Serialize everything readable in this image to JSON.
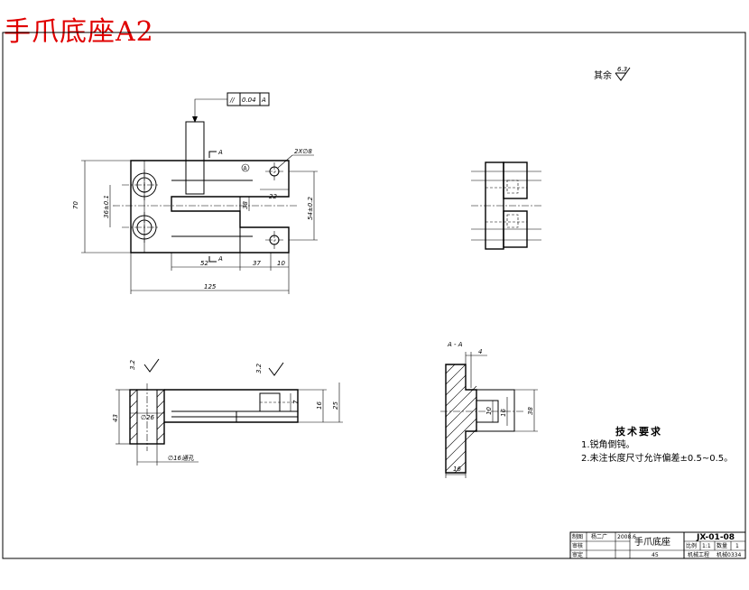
{
  "title": "手爪底座A2",
  "roughness": {
    "label": "其余",
    "value": "6.3"
  },
  "tolerance_frame": {
    "symbol": "//",
    "value": "0.04",
    "datum": "A"
  },
  "hole_callout": "2X∅8",
  "section_marks": {
    "mark": "A",
    "section_title": "A - A"
  },
  "dimensions": {
    "front": {
      "overall_height": "70",
      "hole_spacing": "36±0.1",
      "slot_width": "38",
      "right_spacing": "54±0.2",
      "right_depth": "22",
      "slot_len": "52",
      "mid_len": "37",
      "end_len": "10",
      "overall_len": "125"
    },
    "bottom": {
      "height": "43",
      "bore": "∅26",
      "counterbore": "∅16通孔",
      "thick": "16",
      "total": "25",
      "step": "7",
      "roughness_left": "3.2",
      "roughness_right": "3.2"
    },
    "section": {
      "step_top": "4",
      "inner": "10",
      "mid": "16",
      "outer": "38",
      "base_width": "16"
    }
  },
  "tech_requirements": {
    "heading": "技术要求",
    "items": [
      "1.锐角倒钝。",
      "2.未注长度尺寸允许偏差±0.5~0.5。"
    ]
  },
  "title_block": {
    "drawing_no": "JX-01-08",
    "part_name": "手爪底座",
    "scale_label": "比例",
    "scale": "1:1",
    "qty_label": "数量",
    "qty": "1",
    "material": "45",
    "org": "机械工程",
    "class": "机械0334",
    "row_labels": [
      "制图",
      "审核",
      "审定"
    ],
    "designer": "杨二广",
    "date": "2008.6"
  }
}
